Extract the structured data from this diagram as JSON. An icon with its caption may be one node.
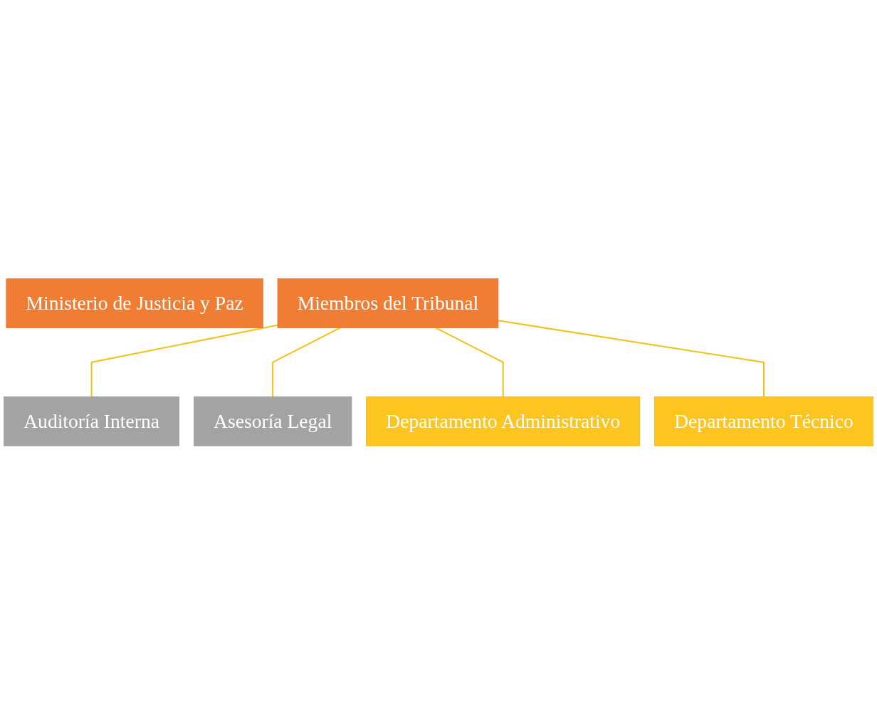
{
  "diagram": {
    "nodes": [
      {
        "text": [
          "Ministerio de Justicia y Paz"
        ]
      },
      {
        "text": [
          "Miembros del Tribunal"
        ]
      },
      {
        "text": [
          "Auditoría Interna"
        ]
      },
      {
        "text": [
          "Asesoría Legal"
        ]
      },
      {
        "text": [
          "Departamento Administrativo"
        ]
      },
      {
        "text": [
          "Departamento Técnico"
        ]
      }
    ],
    "edges": [
      {
        "from": 1,
        "to": 2,
        "arrow": "none"
      },
      {
        "from": 1,
        "to": 3,
        "arrow": "none"
      },
      {
        "from": 1,
        "to": 4,
        "arrow": "none"
      },
      {
        "from": 1,
        "to": 5,
        "arrow": "none"
      }
    ]
  }
}
